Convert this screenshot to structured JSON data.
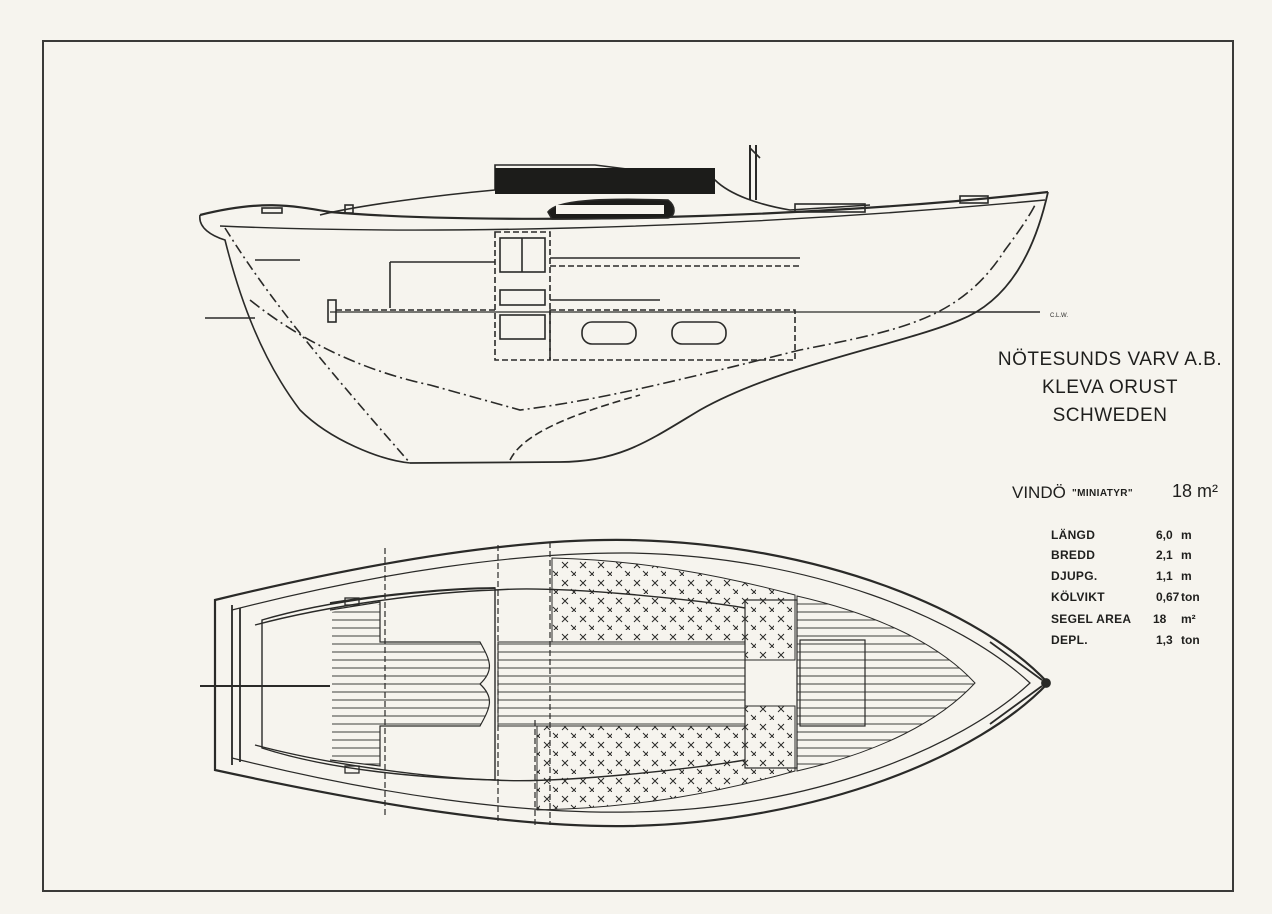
{
  "builder": {
    "line1": "NÖTESUNDS VARV A.B.",
    "line2": "KLEVA ORUST",
    "line3": "SCHWEDEN"
  },
  "model": {
    "name": "VINDÖ",
    "variant": "\"MINIATYR\"",
    "size": "18 m²"
  },
  "specs": [
    {
      "name": "LÄNGD",
      "value": "6,0",
      "unit": "m"
    },
    {
      "name": "BREDD",
      "value": "2,1",
      "unit": "m"
    },
    {
      "name": "DJUPG.",
      "value": "1,1",
      "unit": "m"
    },
    {
      "name": "KÖLVIKT",
      "value": "0,67",
      "unit": "ton"
    },
    {
      "name": "SEGEL AREA",
      "value": "18",
      "unit": "m²"
    },
    {
      "name": "DEPL.",
      "value": "1,3",
      "unit": "ton"
    }
  ],
  "waterline_label": "C.L.W.",
  "colors": {
    "paper": "#f6f4ee",
    "ink": "#2a2a28",
    "cabin_fill": "#1c1c1a"
  }
}
